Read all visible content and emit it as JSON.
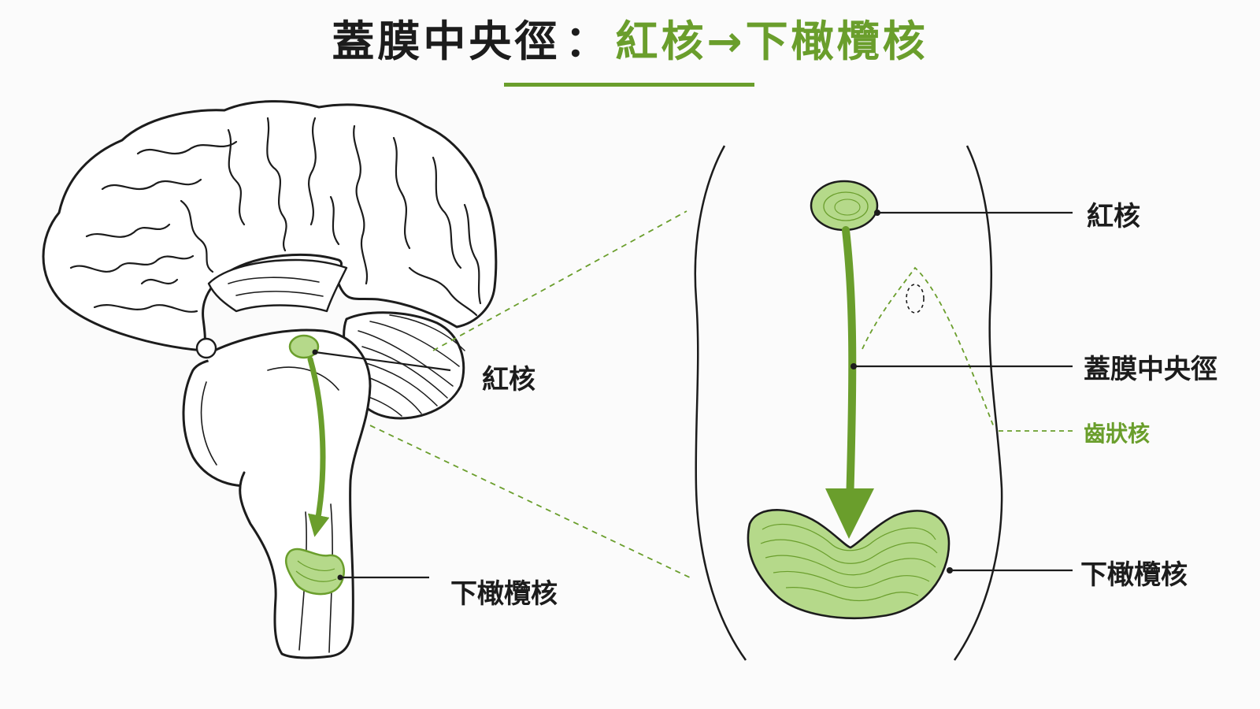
{
  "title": {
    "main": "蓋膜中央徑",
    "separator": "：",
    "accent": "紅核→下橄欖核"
  },
  "labels": {
    "left_red_nucleus": "紅核",
    "left_inferior_olive": "下橄欖核",
    "right_red_nucleus": "紅核",
    "right_tract": "蓋膜中央徑",
    "right_dentate": "齒狀核",
    "right_inferior_olive": "下橄欖核"
  },
  "colors": {
    "accent": "#6a9e2c",
    "nucleus_fill": "#b5d98a",
    "outline": "#1c1c1c",
    "background": "#fbfbfb"
  }
}
